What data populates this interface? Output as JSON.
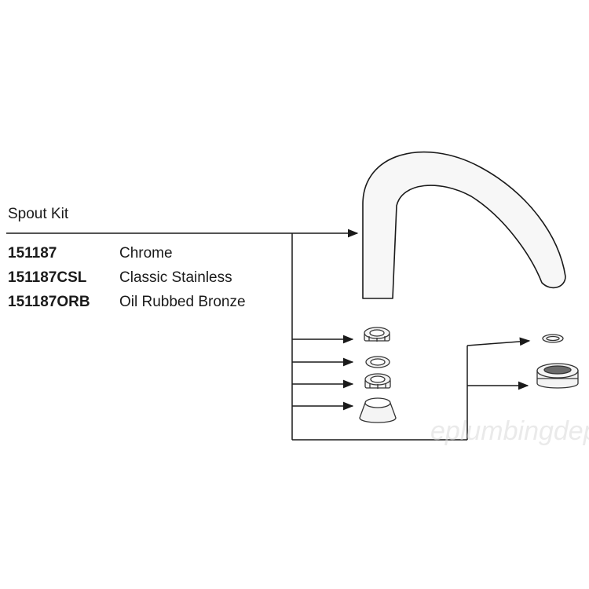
{
  "heading": "Spout Kit",
  "parts": [
    {
      "number": "151187",
      "finish": "Chrome"
    },
    {
      "number": "151187CSL",
      "finish": "Classic Stainless"
    },
    {
      "number": "151187ORB",
      "finish": "Oil Rubbed Bronze"
    }
  ],
  "watermark": "eplumbingdepot.com",
  "colors": {
    "line": "#1a1a1a",
    "part_fill": "#f4f4f4",
    "part_stroke": "#333333"
  }
}
